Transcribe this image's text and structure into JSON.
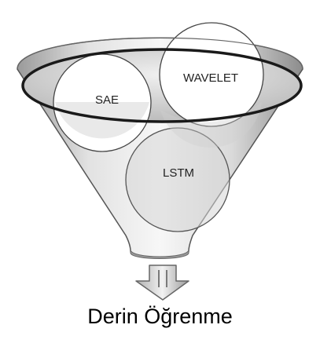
{
  "funnel": {
    "components": [
      {
        "label": "SAE"
      },
      {
        "label": "WAVELET"
      },
      {
        "label": "LSTM"
      }
    ]
  },
  "output": {
    "label": "Derin Öğrenme"
  },
  "colors": {
    "funnel_fill_light": "#f4f4f4",
    "funnel_fill_dark": "#8c8c8c",
    "rim": "#1a1a1a",
    "circle_stroke": "#444444",
    "arrow_light": "#e6e6e6",
    "arrow_dark": "#8a8a8a"
  }
}
